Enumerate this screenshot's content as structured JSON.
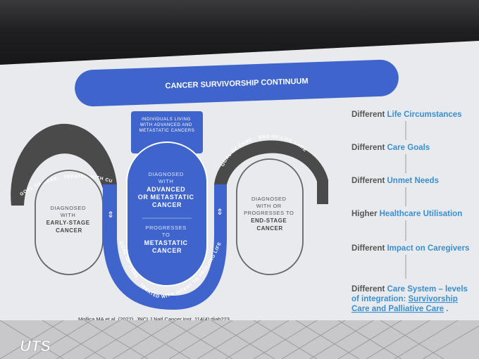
{
  "banner": {
    "title": "CANCER SURVIVORSHIP CONTINUUM"
  },
  "left_arch": {
    "goal_prefix": "GOAL OF CARE:",
    "goal_text": "TREATED WITH CURATIVE INTENT",
    "pill_lines": [
      "DIAGNOSED",
      "WITH"
    ],
    "pill_bold": [
      "EARLY-STAGE",
      "CANCER"
    ]
  },
  "center": {
    "tab_lines": [
      "INDIVIDUALS LIVING",
      "WITH ADVANCED AND",
      "METASTATIC CANCERS"
    ],
    "diag_lines": [
      "DIAGNOSED",
      "WITH"
    ],
    "diag_bold": [
      "ADVANCED",
      "OR METASTATIC",
      "CANCER"
    ],
    "prog_lines": [
      "PROGRESSES",
      "TO"
    ],
    "prog_bold": [
      "METASTATIC",
      "CANCER"
    ],
    "goal_prefix": "GOAL OF CARE:",
    "goal_text": "TREATED WITH INTENT TO PROLONG LIFE"
  },
  "right_arch": {
    "goal_prefix": "GOAL OF CARE:",
    "goal_text": "END-OF-LIFE CARE",
    "pill_lines": [
      "DIAGNOSED",
      "WITH OR",
      "PROGRESSES TO"
    ],
    "pill_bold": [
      "END-STAGE",
      "CANCER"
    ]
  },
  "differences": [
    {
      "prefix": "Different",
      "term": "Life Circumstances"
    },
    {
      "prefix": "Different",
      "term": "Care Goals"
    },
    {
      "prefix": "Different",
      "term": "Unmet Needs"
    },
    {
      "prefix": "Higher",
      "term": "Healthcare Utilisation"
    },
    {
      "prefix": "Different",
      "term": "Impact on Caregivers"
    }
  ],
  "last_difference": {
    "prefix": "Different",
    "term": "Care System – levels",
    "line2_term": "of integration:",
    "line2_link": "Survivorship",
    "line3_link": "Care and Palliative Care",
    "line3_end": "."
  },
  "citation": "Mollica MA et al. (2022). JNCI J Natl Cancer Inst. 114(4):djab223",
  "logo": "UTS",
  "colors": {
    "blue": "#3f64cc",
    "blue_text": "#3a8fd0",
    "dark_arch": "#4a4a4a",
    "slide_bg": "#e9eaee",
    "text_gray": "#555555"
  }
}
